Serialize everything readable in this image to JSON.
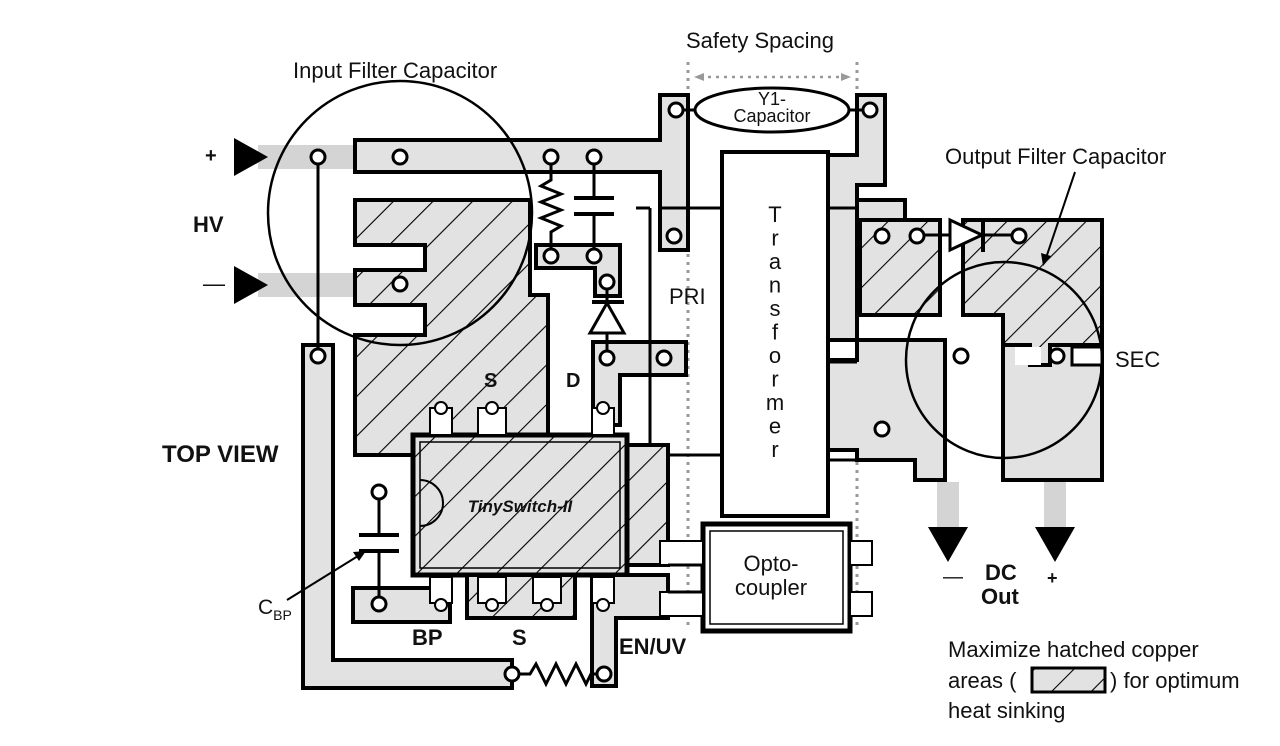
{
  "title": "TinySwitch-II PCB Layout (Top View)",
  "labels": {
    "input_filter_capacitor": "Input Filter Capacitor",
    "safety_spacing": "Safety Spacing",
    "y1_line1": "Y1-",
    "y1_line2": "Capacitor",
    "output_filter_capacitor": "Output Filter Capacitor",
    "hv": "HV",
    "hv_plus": "+",
    "hv_minus": "—",
    "top_view": "TOP VIEW",
    "pri": "PRI",
    "sec": "SEC",
    "transformer_letters": [
      "T",
      "r",
      "a",
      "n",
      "s",
      "f",
      "o",
      "r",
      "m",
      "e",
      "r"
    ],
    "ic_name": "TinySwitch-II",
    "pin_s_top": "S",
    "pin_d": "D",
    "pin_bp": "BP",
    "pin_s_bottom": "S",
    "pin_en_uv": "EN/UV",
    "cbp_main": "C",
    "cbp_sub": "BP",
    "opto_line1": "Opto-",
    "opto_line2": "coupler",
    "dc_out_line1": "DC",
    "dc_out_line2": "Out",
    "dc_minus": "—",
    "dc_plus": "+",
    "note_line1": "Maximize hatched copper",
    "note_line2a": "areas (",
    "note_line2b": ") for optimum",
    "note_line3": "heat sinking"
  }
}
